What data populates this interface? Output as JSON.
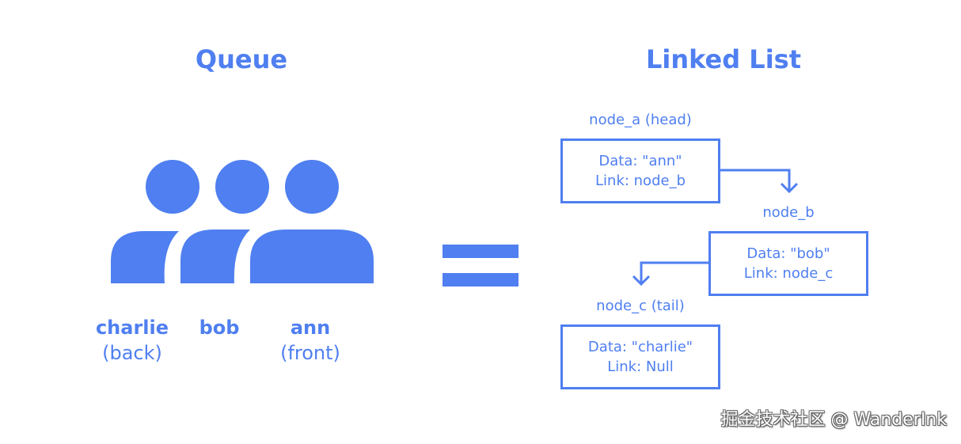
{
  "queue": {
    "title": "Queue",
    "people": [
      {
        "name": "charlie",
        "role": "(back)"
      },
      {
        "name": "bob",
        "role": ""
      },
      {
        "name": "ann",
        "role": "(front)"
      }
    ]
  },
  "linked_list": {
    "title": "Linked List",
    "nodes": [
      {
        "label": "node_a (head)",
        "data": "Data: \"ann\"",
        "link": "Link: node_b"
      },
      {
        "label": "node_b",
        "data": "Data: \"bob\"",
        "link": "Link: node_c"
      },
      {
        "label": "node_c (tail)",
        "data": "Data: \"charlie\"",
        "link": "Link: Null"
      }
    ]
  },
  "watermark": "掘金技术社区 @ WanderInk",
  "colors": {
    "accent": "#4f7ff0",
    "background": "#ffffff"
  }
}
